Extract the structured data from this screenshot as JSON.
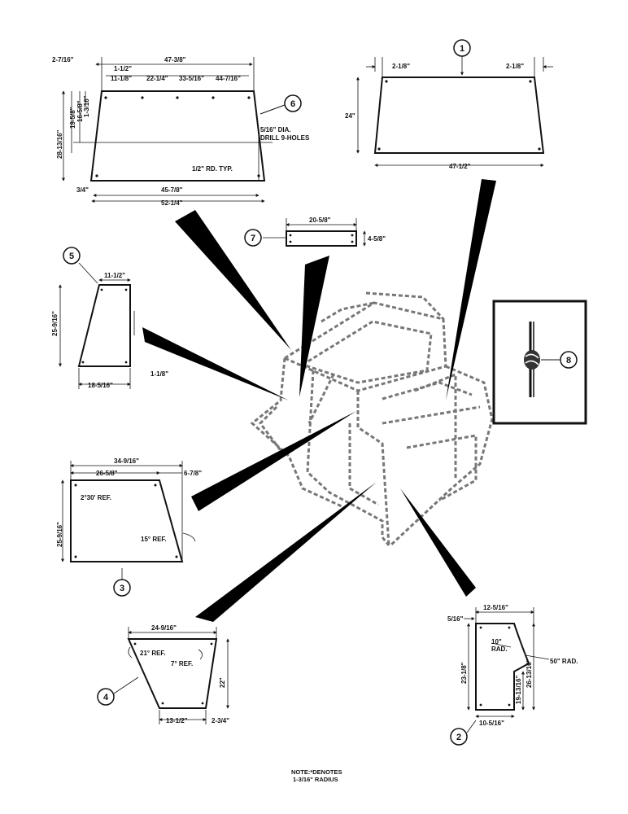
{
  "callouts": [
    "1",
    "2",
    "3",
    "4",
    "5",
    "6",
    "7",
    "8"
  ],
  "panel6": {
    "left_offset": "2-7/16\"",
    "top_width": "47-3/8\"",
    "hole_1": "1-1/2\"",
    "hole_2": "11-1/8\"",
    "hole_3": "22-1/4\"",
    "hole_4": "33-5/16\"",
    "hole_5": "44-7/16\"",
    "height": "28-13/16\"",
    "v_a": "19-5/8\"",
    "v_b": "16-5/8\"",
    "v_c": "1-3/16\"",
    "drill_1": "5/16\" DIA.",
    "drill_2": "DRILL 9-HOLES",
    "radius": "1/2\" RD. TYP.",
    "bottom_offset": "3/4\"",
    "hole_span": "45-7/8\"",
    "bottom_width": "52-1/4\""
  },
  "panel1": {
    "left_inset": "2-1/8\"",
    "right_inset": "2-1/8\"",
    "height": "24\"",
    "width": "47-1/2\""
  },
  "panel7": {
    "width": "20-5/8\"",
    "height": "4-5/8\""
  },
  "panel5": {
    "top_width": "11-1/2\"",
    "height": "25-9/16\"",
    "bottom_width": "18-5/16\"",
    "offset": "1-1/8\""
  },
  "panel3": {
    "width": "34-9/16\"",
    "top_width": "26-5/8\"",
    "offset": "6-7/8\"",
    "angle_1": "2°30' REF.",
    "angle_2": "15° REF.",
    "height": "25-9/16\""
  },
  "panel4": {
    "top_width": "24-9/16\"",
    "angle_1": "21° REF.",
    "angle_2": "7° REF.",
    "height": "22\"",
    "bottom_width": "13-1/2\"",
    "offset": "2-3/4\""
  },
  "panel2": {
    "top_width": "12-5/16\"",
    "offset": "5/16\"",
    "rad_1": "10\"",
    "rad_1b": "RAD.",
    "rad_2": "50\" RAD.",
    "height": "23-1/8\"",
    "height_b": "26-13/16\"",
    "height_c": "19-13/16\"",
    "bottom_width": "10-5/16\""
  },
  "note": {
    "line1": "NOTE:*DENOTES",
    "line2": "1-3/16\" RADIUS"
  },
  "colors": {
    "ink": "#111111",
    "cab": "#777777",
    "paper": "#ffffff"
  }
}
